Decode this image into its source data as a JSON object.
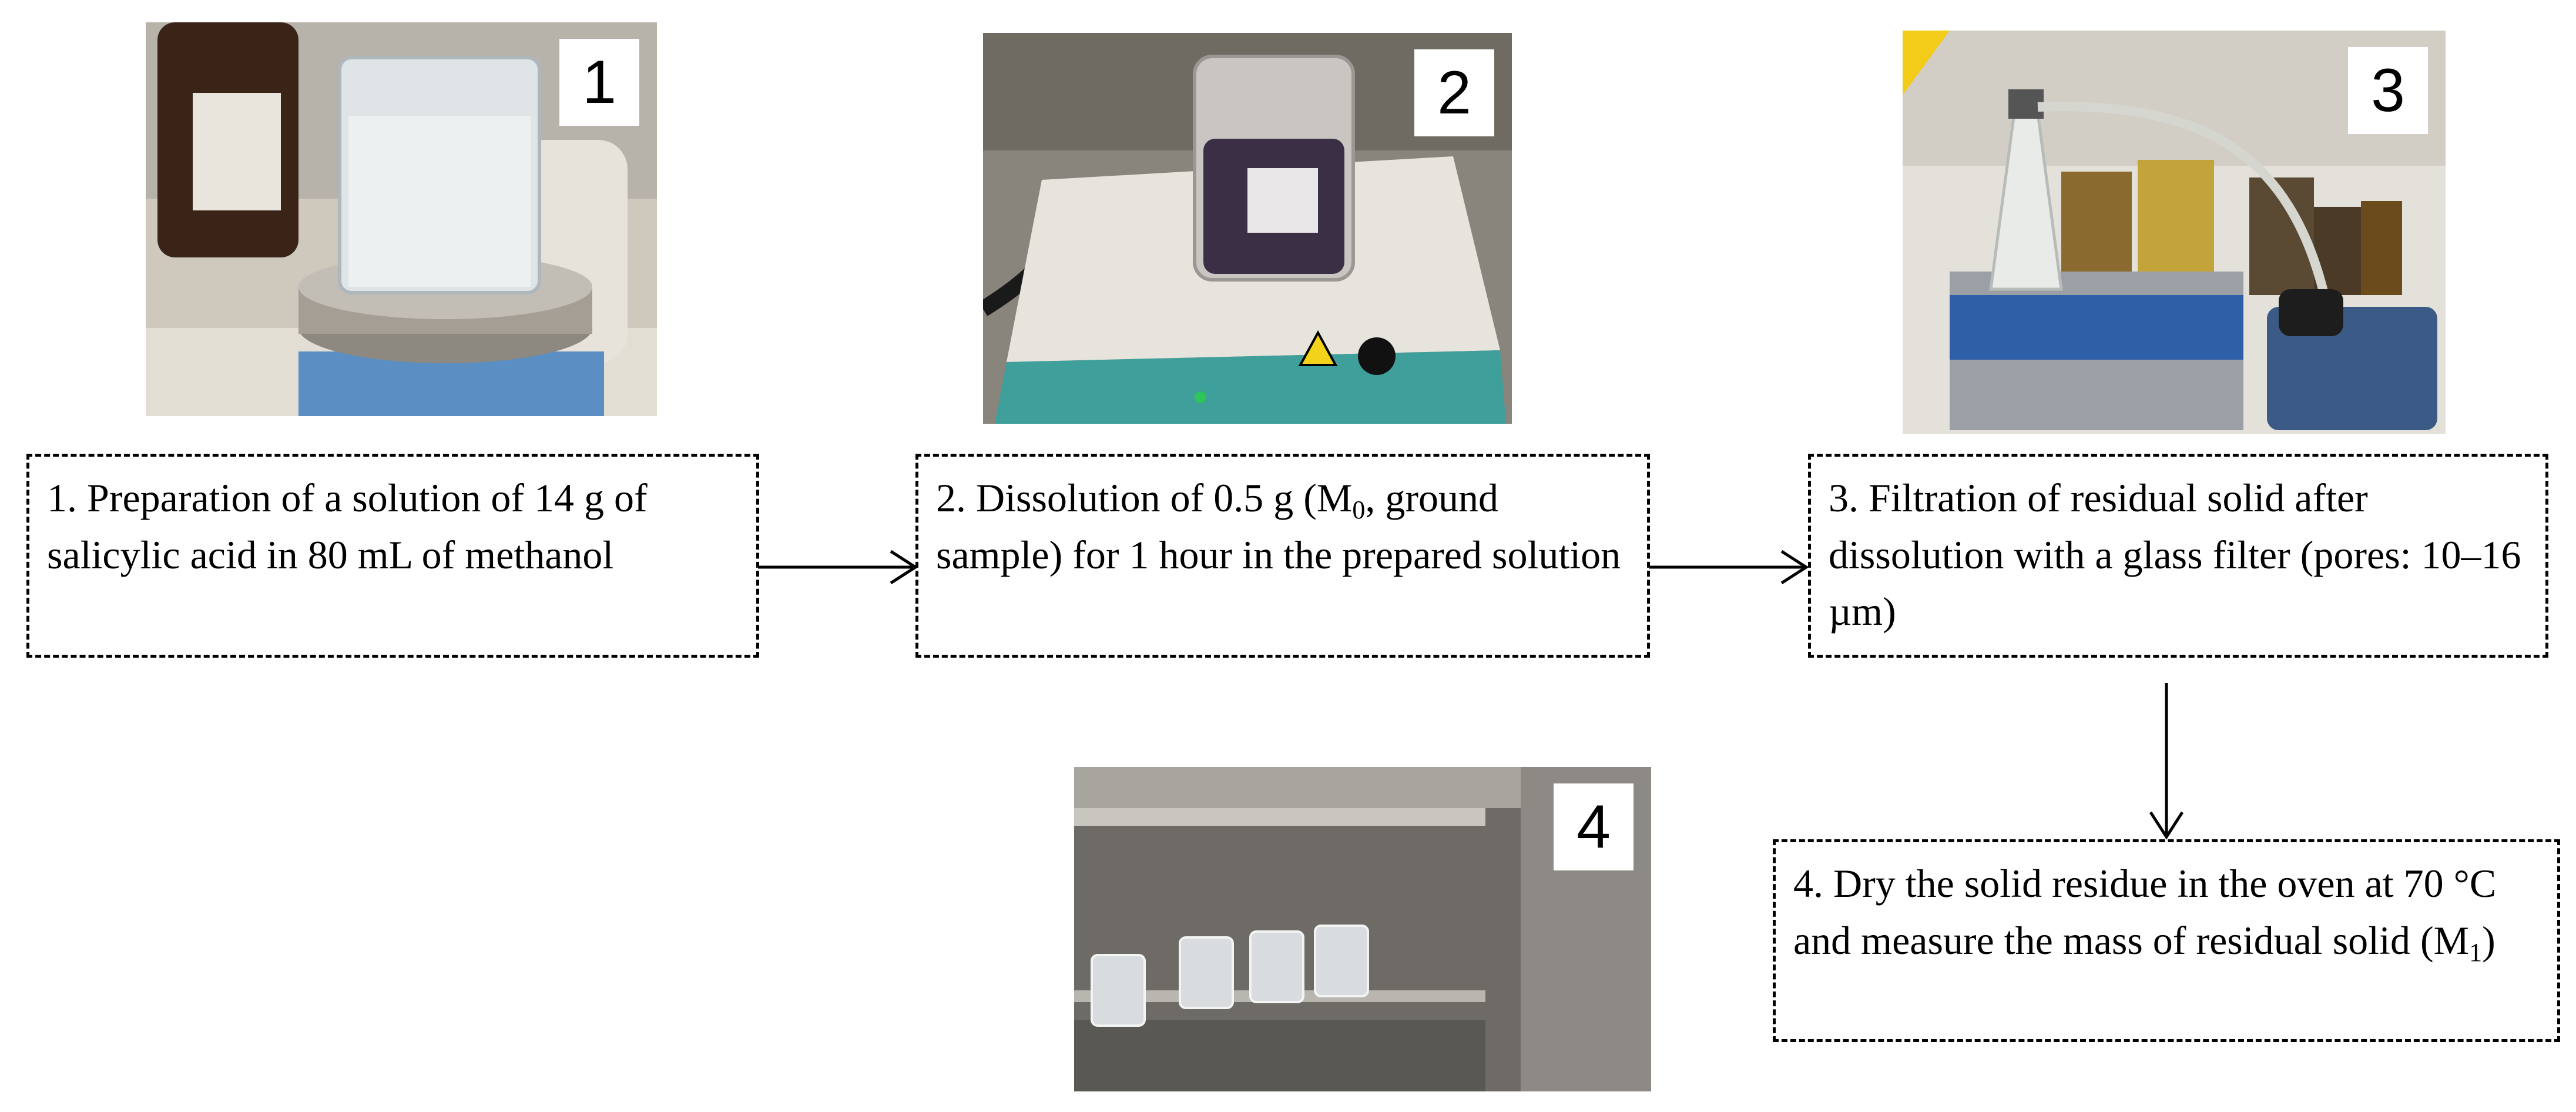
{
  "steps": [
    {
      "number": "1",
      "text": "1. Preparation of a solution of 14 g of salicylic acid in 80 mL of methanol"
    },
    {
      "number": "2",
      "text_a": "2. Dissolution of 0.5 g (M",
      "sub": "0",
      "text_b": ", ground sample) for 1 hour in the prepared solution"
    },
    {
      "number": "3",
      "text": "3. Filtration of residual solid after dissolution with a glass filter (pores: 10–16 µm)"
    },
    {
      "number": "4",
      "text_a": "4. Dry the solid residue in the oven at 70 °C and measure the mass of residual solid (M",
      "sub": "1",
      "text_b": ")"
    }
  ]
}
